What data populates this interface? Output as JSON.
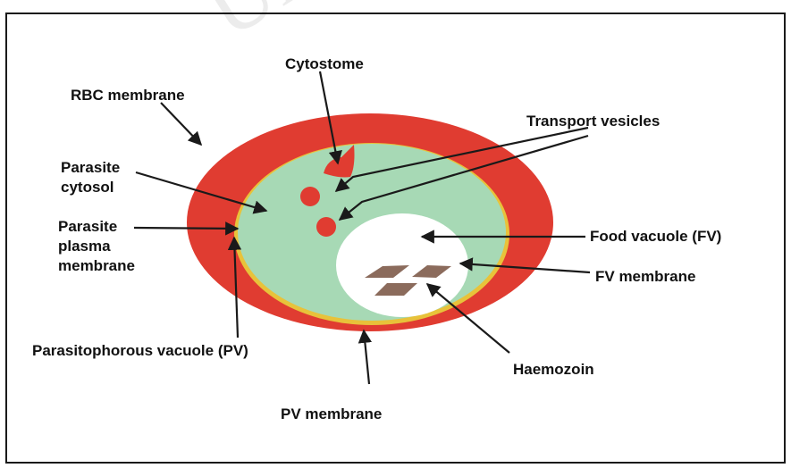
{
  "watermark": "Unive",
  "colors": {
    "rbc": "#e03c31",
    "cytosol": "#a7d9b5",
    "pv_membrane_line": "#e8c23a",
    "food_vacuole": "#ffffff",
    "haemozoin": "#8b6b5c",
    "outline": "#1a1a1a"
  },
  "labels": {
    "rbc_membrane": "RBC membrane",
    "cytostome": "Cytostome",
    "transport_vesicles": "Transport vesicles",
    "parasite_cytosol_1": "Parasite",
    "parasite_cytosol_2": "cytosol",
    "parasite_plasma_1": "Parasite",
    "parasite_plasma_2": "plasma",
    "parasite_plasma_3": "membrane",
    "food_vacuole": "Food vacuole (FV)",
    "fv_membrane": "FV membrane",
    "pv": "Parasitophorous vacuole (PV)",
    "haemozoin": "Haemozoin",
    "pv_membrane": "PV membrane"
  }
}
